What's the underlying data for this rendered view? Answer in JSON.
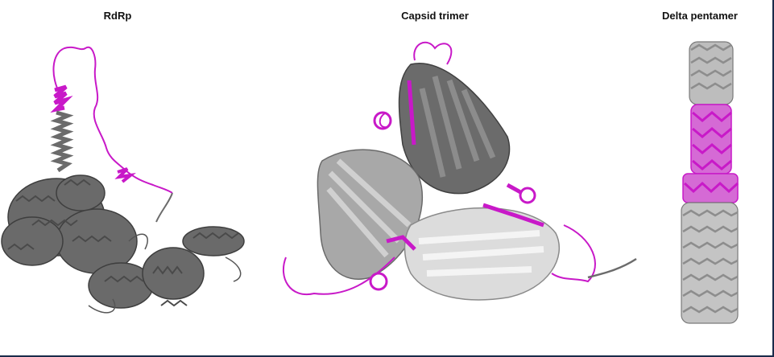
{
  "panels": {
    "rdrp": {
      "title": "RdRp"
    },
    "capsid": {
      "title": "Capsid trimer"
    },
    "delta": {
      "title": "Delta pentamer"
    }
  },
  "colors": {
    "highlight": "#c819c8",
    "dark_protein": "#5f5f5f",
    "mid_protein": "#8a8a8a",
    "light_protein": "#d4d4d4",
    "frame_border": "#1a2b4a"
  }
}
